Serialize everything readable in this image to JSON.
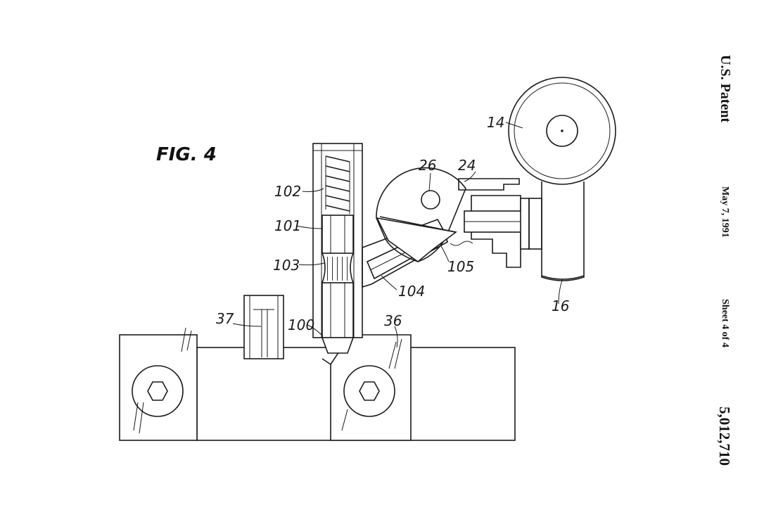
{
  "header": {
    "office": "U.S. Patent",
    "date": "May 7, 1991",
    "sheet": "Sheet 4 of 4",
    "patent_number": "5,012,710"
  },
  "figure": {
    "title": "FIG. 4",
    "labels": {
      "l14": "14",
      "l16": "16",
      "l24": "24",
      "l26": "26",
      "l36": "36",
      "l37": "37",
      "l100": "100",
      "l101": "101",
      "l102": "102",
      "l103": "103",
      "l104": "104",
      "l105": "105"
    }
  }
}
